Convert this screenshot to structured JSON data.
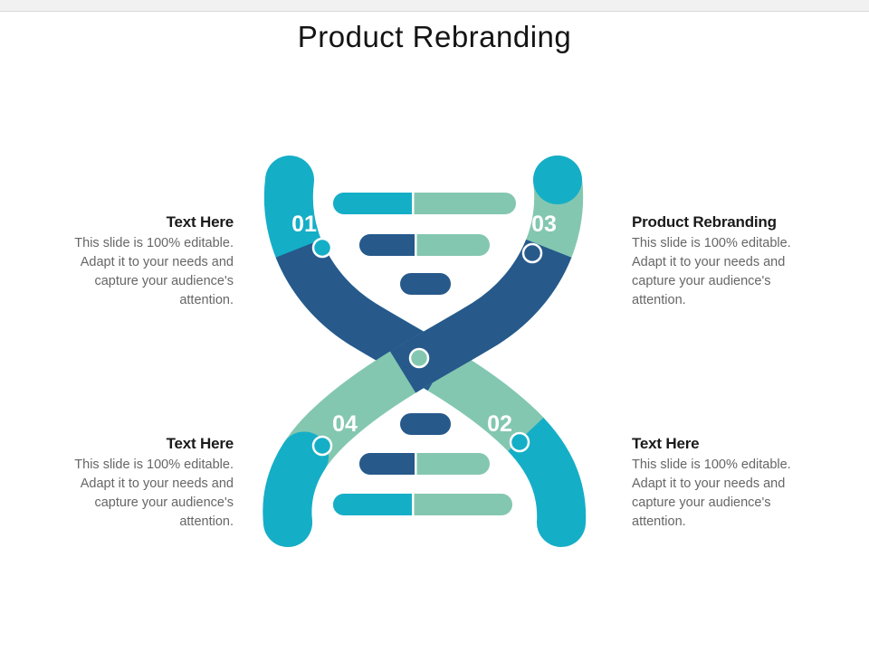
{
  "slide": {
    "title": "Product Rebranding"
  },
  "text_blocks": {
    "top_left": {
      "heading": "Text Here",
      "body": "This slide is 100% editable. Adapt it to your needs and capture your audience's attention."
    },
    "top_right": {
      "heading": "Product Rebranding",
      "body": "This slide is 100% editable. Adapt it to your needs and capture your audience's attention."
    },
    "bottom_left": {
      "heading": "Text Here",
      "body": "This slide is 100% editable. Adapt it to your needs and capture your audience's attention."
    },
    "bottom_right": {
      "heading": "Text Here",
      "body": "This slide is 100% editable. Adapt it to your needs and capture your audience's attention."
    }
  },
  "diagram": {
    "type": "dna-double-helix-puzzle",
    "steps": [
      {
        "label": "01"
      },
      {
        "label": "02"
      },
      {
        "label": "03"
      },
      {
        "label": "04"
      }
    ],
    "colors": {
      "cyan": "#15AEC7",
      "green": "#84C7B0",
      "dark_blue": "#27598B"
    }
  }
}
